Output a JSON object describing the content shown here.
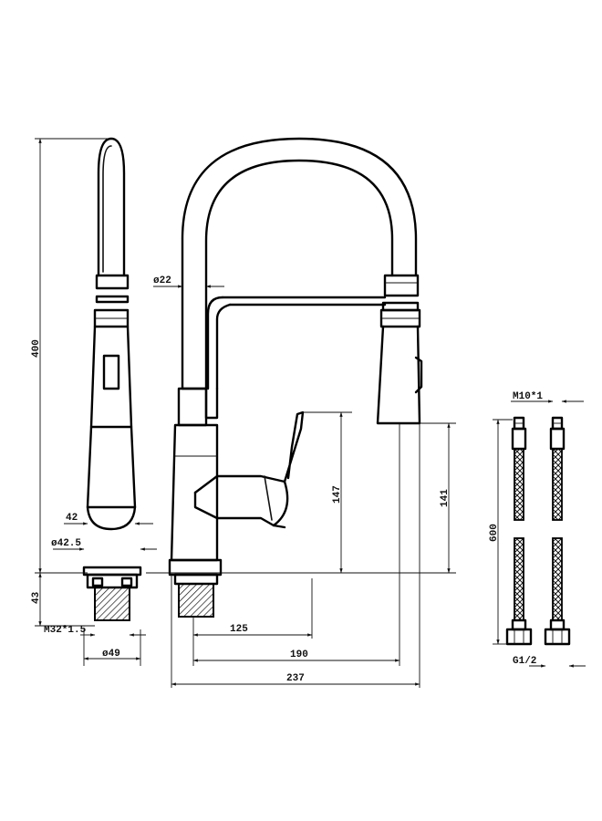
{
  "dimensions": {
    "height_total": "400",
    "base_height": "43",
    "body_diameter": "42",
    "base_diameter": "ø42.5",
    "thread": "M32*1.5",
    "base_outer_diameter": "ø49",
    "hose_diameter": "ø22",
    "lever_height": "147",
    "spout_height": "141",
    "reach_125": "125",
    "reach_190": "190",
    "reach_237": "237",
    "hose_length": "600",
    "hose_thread_top": "M10*1",
    "hose_thread_bottom": "G1/2"
  }
}
